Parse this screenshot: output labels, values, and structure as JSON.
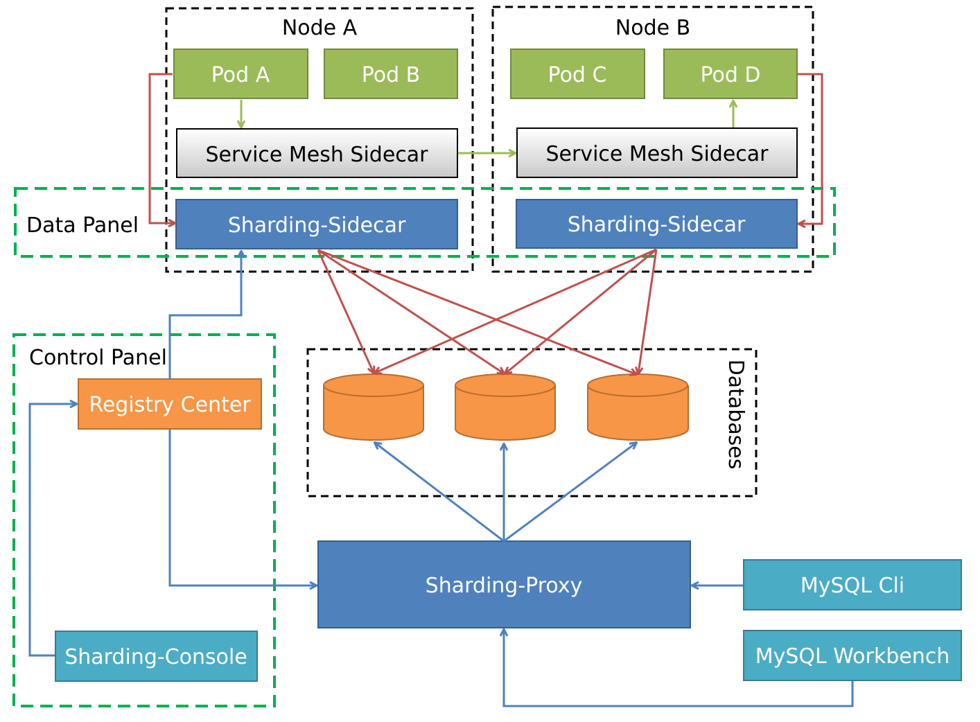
{
  "colors": {
    "pod": "#9bbb59",
    "pod_border": "#71893f",
    "sidecar_blue": "#4f81bd",
    "sidecar_border": "#385d8a",
    "registry": "#f79646",
    "registry_border": "#b66d31",
    "client_teal": "#4bacc6",
    "client_border": "#357d91",
    "db_fill": "#f79646",
    "db_border": "#b66d31",
    "arrow_red": "#c0504d",
    "arrow_green": "#9bbb59",
    "arrow_blue": "#4f81bd",
    "panel_green": "#00b050",
    "node_border": "#000000"
  },
  "node_a": {
    "title": "Node A",
    "pod_1": "Pod A",
    "pod_2": "Pod B",
    "mesh": "Service Mesh Sidecar",
    "sharding_sidecar": "Sharding-Sidecar"
  },
  "node_b": {
    "title": "Node B",
    "pod_1": "Pod C",
    "pod_2": "Pod D",
    "mesh": "Service Mesh Sidecar",
    "sharding_sidecar": "Sharding-Sidecar"
  },
  "data_panel": {
    "label": "Data Panel"
  },
  "control_panel": {
    "label": "Control Panel",
    "registry": "Registry Center",
    "console": "Sharding-Console"
  },
  "databases": {
    "label": "Databases"
  },
  "proxy": {
    "label": "Sharding-Proxy"
  },
  "clients": {
    "cli": "MySQL Cli",
    "workbench": "MySQL Workbench"
  }
}
